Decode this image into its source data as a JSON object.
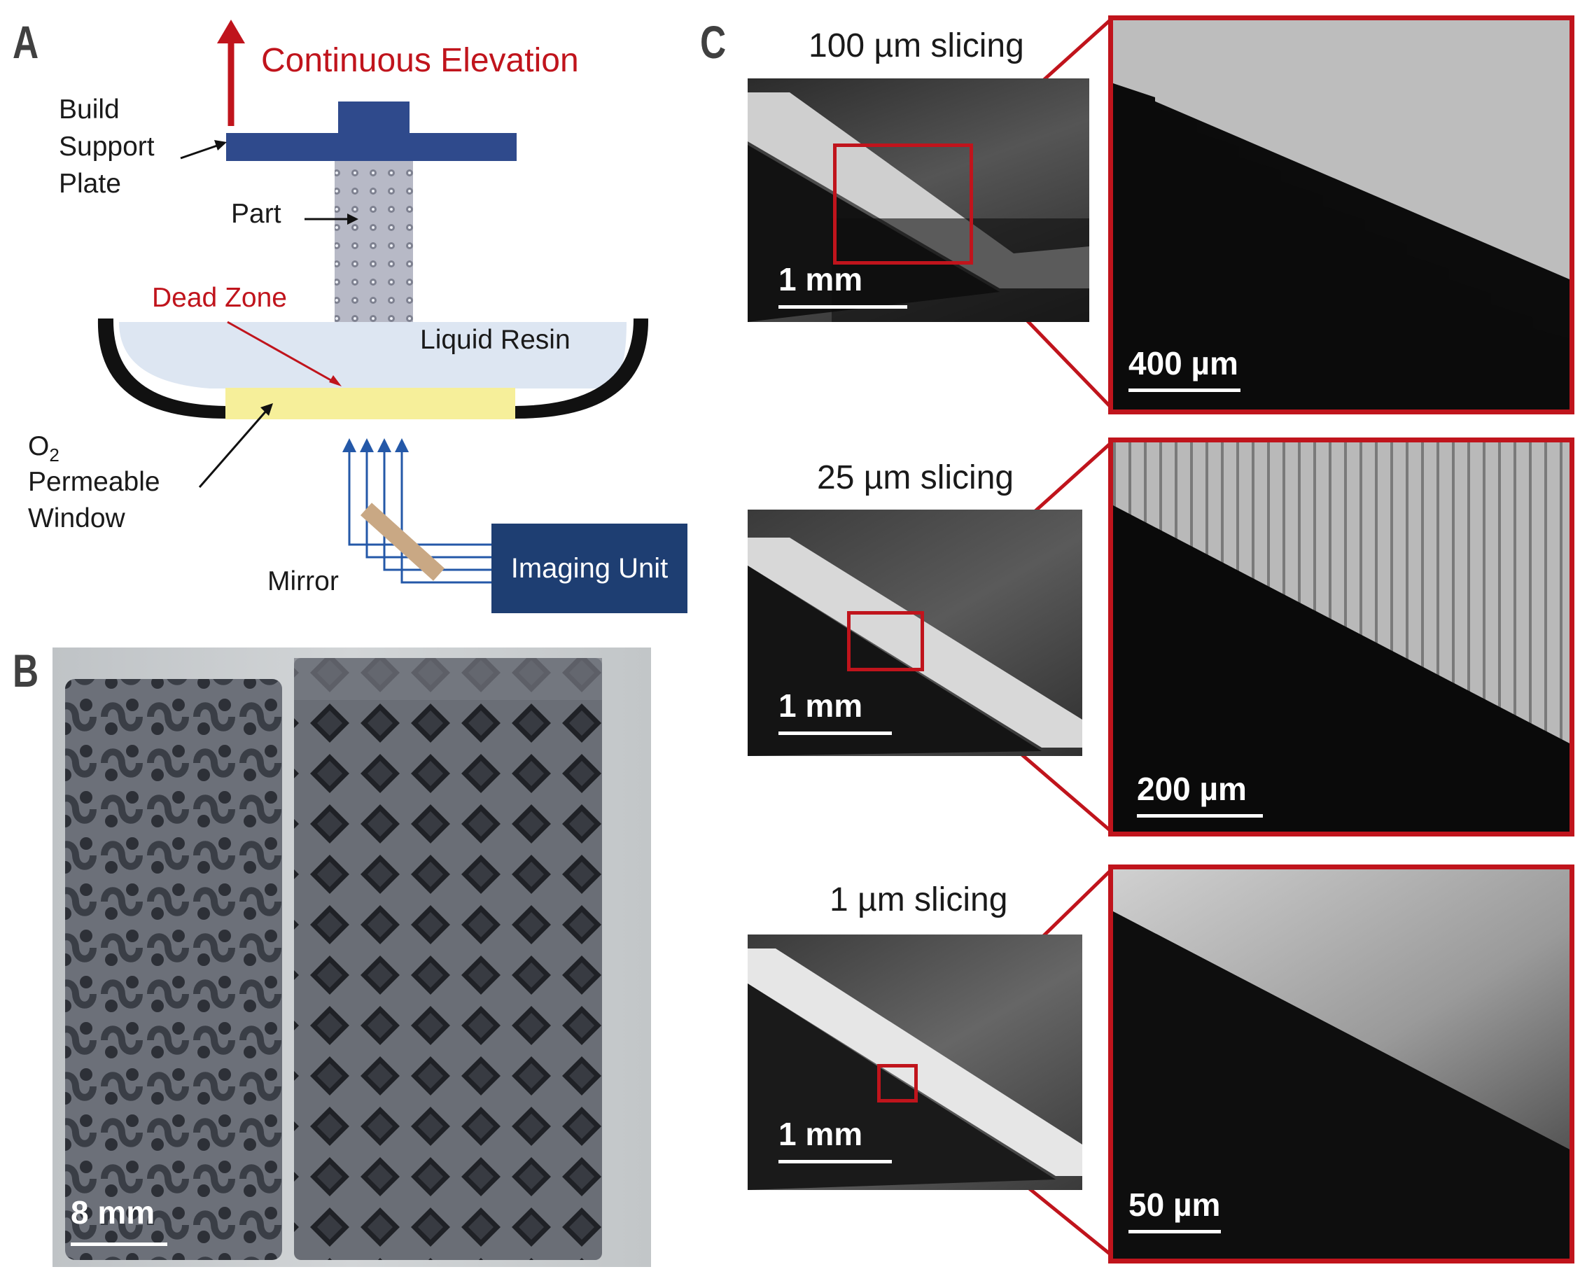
{
  "panel_a": {
    "letter": "A",
    "elevation_label": "Continuous Elevation",
    "build_support_plate": [
      "Build",
      "Support",
      "Plate"
    ],
    "part_label": "Part",
    "dead_zone_label": "Dead Zone",
    "liquid_resin_label": "Liquid Resin",
    "o2_main": "O",
    "o2_sub": "2",
    "window_label": [
      "Permeable",
      "Window"
    ],
    "mirror_label": "Mirror",
    "imaging_unit_label": "Imaging Unit"
  },
  "panel_b": {
    "letter": "B",
    "scale_label": "8 mm"
  },
  "panel_c": {
    "letter": "C",
    "rows": [
      {
        "title": "100 µm slicing",
        "overview_scale": "1 mm",
        "zoom_scale": "400 µm"
      },
      {
        "title": "25 µm slicing",
        "overview_scale": "1 mm",
        "zoom_scale": "200 µm"
      },
      {
        "title": "1 µm slicing",
        "overview_scale": "1 mm",
        "zoom_scale": "50 µm"
      }
    ]
  },
  "colors": {
    "accent_red": "#c0141c",
    "navy": "#2f4a8c",
    "window_yellow": "#f6ef9a",
    "resin_blue": "#dde6f2",
    "light_ray_blue": "#2458a8",
    "mirror_tan": "#c9a884"
  }
}
